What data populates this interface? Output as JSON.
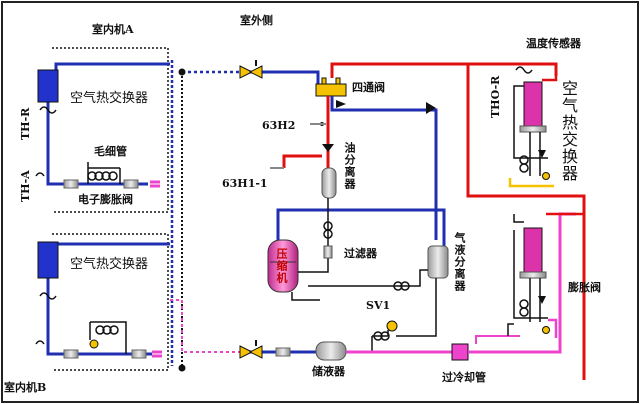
{
  "labels": {
    "indoor_a": "室内机A",
    "indoor_b": "室内机B",
    "outdoor": "室外侧",
    "hx_a": "空气热交换器",
    "hx_b": "空气热交换器",
    "hx_out": "空气热交换器",
    "capillary": "毛细管",
    "eev": "电子膨胀阀",
    "th_r": "TH-R",
    "th_a": "TH-A",
    "four_way": "四通阀",
    "h2": "63H2",
    "h1": "63H1-1",
    "oil_sep": "油分离器",
    "filter": "过滤器",
    "compressor": "压缩机",
    "gas_liquid_sep": "气液分离器",
    "sv1": "SV1",
    "receiver": "储液器",
    "subcool": "过冷却管",
    "temp_sensor": "温度传感器",
    "tho_r": "THO-R",
    "expansion": "膨胀阀"
  },
  "colors": {
    "frame": "#111111",
    "pipe_blue": "#1f2fb0",
    "pipe_red": "#e01010",
    "pipe_pink": "#ee44cc",
    "pipe_black": "#111111",
    "hx_blue": "#2233cc",
    "hx_pink": "#dd33aa",
    "valve_yellow": "#f4c200",
    "component_grey": "#c8c8c8"
  }
}
